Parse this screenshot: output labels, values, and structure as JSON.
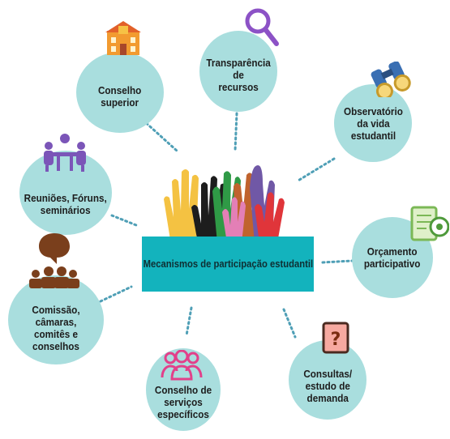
{
  "center": {
    "label": "Mecanismos de participação estudantil"
  },
  "nodes": {
    "conselho_superior": "Conselho\nsuperior",
    "transparencia": "Transparência\nde\nrecursos",
    "observatorio": "Observatório\nda vida\nestudantil",
    "reunioes": "Reuniões, Fóruns,\nseminários",
    "orcamento": "Orçamento\nparticipativo",
    "comissao": "Comissão, câmaras,\ncomitês e\nconselhos",
    "servicos": "Conselho de\nserviços\nespecíficos",
    "consultas": "Consultas/\nestudo de\ndemanda"
  },
  "icons": {
    "conselho_superior": "building-icon",
    "transparencia": "magnifier-icon",
    "observatorio": "binoculars-icon",
    "reunioes": "meeting-icon",
    "orcamento": "budget-icon",
    "comissao": "committee-icon",
    "servicos": "group-icon",
    "consultas": "question-book-icon",
    "center": "raised-hands-icon"
  },
  "colors": {
    "node_fill": "#a9dede",
    "center_fill": "#13b3bd",
    "connector": "#4f9fb6"
  }
}
